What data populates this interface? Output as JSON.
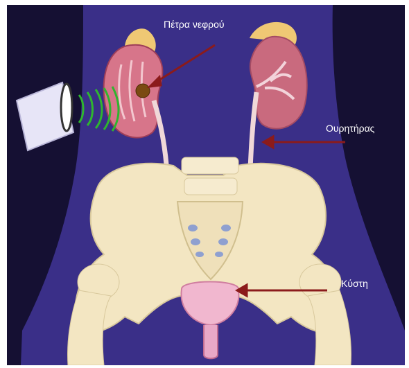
{
  "labels": {
    "kidney_stone": "Πέτρα νεφρού",
    "ureter": "Ουρητήρας",
    "bladder": "Κύστη"
  },
  "colors": {
    "background": "#151033",
    "body": "#3a2f88",
    "bone": "#f3e6c2",
    "kidney": "#c96a7e",
    "arrow": "#8b1b1b",
    "waves": "#2fb52f",
    "stone": "#7a4a12"
  }
}
